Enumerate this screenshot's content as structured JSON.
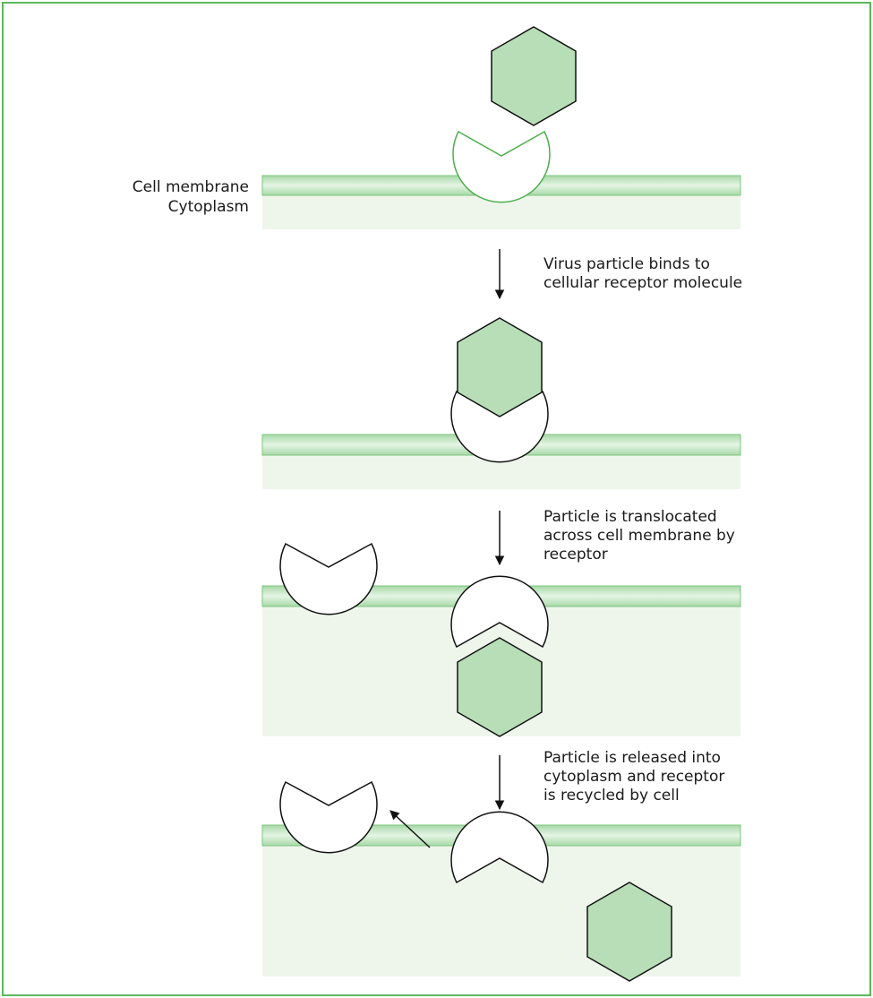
{
  "labels": {
    "membrane": "Cell membrane",
    "cytoplasm": "Cytoplasm"
  },
  "steps": [
    {
      "lines": [
        "Virus particle binds to",
        "cellular receptor molecule"
      ]
    },
    {
      "lines": [
        "Particle is translocated",
        "across cell membrane by",
        "receptor"
      ]
    },
    {
      "lines": [
        "Particle is released into",
        "cytoplasm and receptor",
        "is recycled by cell"
      ]
    }
  ],
  "colors": {
    "frame": "#5cb85c",
    "membrane_fill": "#c2e5c2",
    "membrane_edge": "#7cc47c",
    "cytoplasm": "#eef6ec",
    "virus_fill": "#b8deb8",
    "receptor_outline_first": "#4cae4c",
    "ink": "#111111"
  }
}
